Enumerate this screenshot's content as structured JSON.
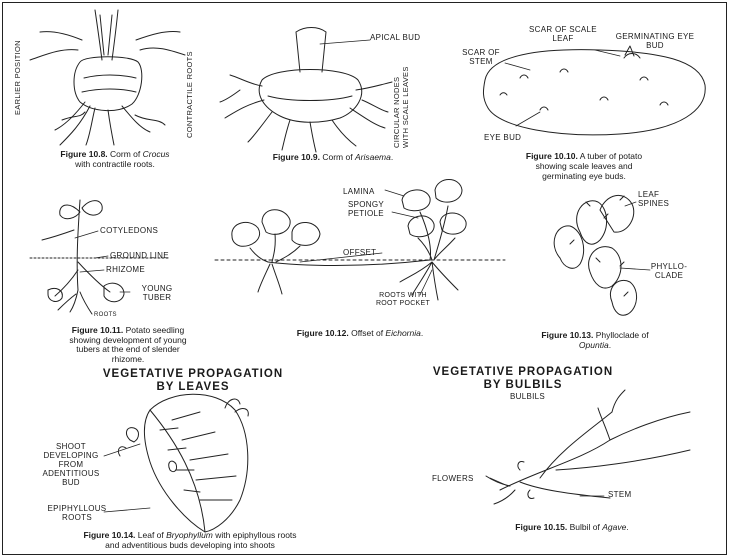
{
  "fig8": {
    "labels": {
      "earlier_position": "EARLIER POSITION",
      "contractile_roots": "CONTRACTILE ROOTS"
    },
    "caption": {
      "fig": "Figure 10.8.",
      "text1": " Corm of ",
      "species": "Crocus",
      "text2": "with contractile roots."
    }
  },
  "fig9": {
    "labels": {
      "apical_bud": "APICAL BUD",
      "circular_nodes": "CIRCULAR NODES WITH SCALE LEAVES"
    },
    "caption": {
      "fig": "Figure 10.9.",
      "text1": " Corm of ",
      "species": "Arisaema",
      "text2": "."
    }
  },
  "fig10": {
    "labels": {
      "scar_scale_leaf": "SCAR OF SCALE LEAF",
      "germinating_eye_bud": "GERMINATING EYE BUD",
      "scar_stem": "SCAR OF STEM",
      "eye_bud": "EYE BUD"
    },
    "caption": {
      "fig": "Figure 10.10.",
      "text1": " A tuber of potato",
      "text2": "showing scale leaves and",
      "text3": "germinating eye buds."
    }
  },
  "fig11": {
    "labels": {
      "cotyledons": "COTYLEDONS",
      "ground_line": "GROUND LINE",
      "rhizome": "RHIZOME",
      "young_tuber": "YOUNG TUBER",
      "roots": "ROOTS"
    },
    "caption": {
      "fig": "Figure 10.11.",
      "text1": " Potato seedling",
      "text2": "showing development of young",
      "text3": "tubers at the end of slender",
      "text4": "rhizome."
    }
  },
  "fig12": {
    "labels": {
      "lamina": "LAMINA",
      "spongy_petiole": "SPONGY PETIOLE",
      "offset": "OFFSET",
      "roots_with_root_pocket": "ROOTS WITH ROOT POCKET"
    },
    "caption": {
      "fig": "Figure 10.12.",
      "text1": " Offset of ",
      "species": "Eichornia",
      "text2": "."
    }
  },
  "fig13": {
    "labels": {
      "leaf_spines": "LEAF SPINES",
      "phylloclade": "PHYLLO- CLADE"
    },
    "caption": {
      "fig": "Figure 10.13.",
      "text1": " Phylloclade of",
      "species": "Opuntia",
      "text2": "."
    }
  },
  "heading_leaves": {
    "line1": "VEGETATIVE PROPAGATION",
    "line2": "BY LEAVES"
  },
  "heading_bulbils": {
    "line1": "VEGETATIVE PROPAGATION",
    "line2": "BY BULBILS"
  },
  "fig14": {
    "labels": {
      "shoot": "SHOOT DEVELOPING FROM ADENTITIOUS BUD",
      "epiphyllous_roots": "EPIPHYLLOUS ROOTS"
    },
    "caption": {
      "fig": "Figure 10.14.",
      "text1": " Leaf of ",
      "species": "Bryophyllum",
      "text2": " with epiphyllous roots",
      "text3": "and adventitious buds developing into shoots"
    }
  },
  "fig15": {
    "labels": {
      "bulbils": "BULBILS",
      "flowers": "FLOWERS",
      "stem": "STEM"
    },
    "caption": {
      "fig": "Figure 10.15.",
      "text1": " Bulbil of ",
      "species": "Agave",
      "text2": "."
    }
  }
}
